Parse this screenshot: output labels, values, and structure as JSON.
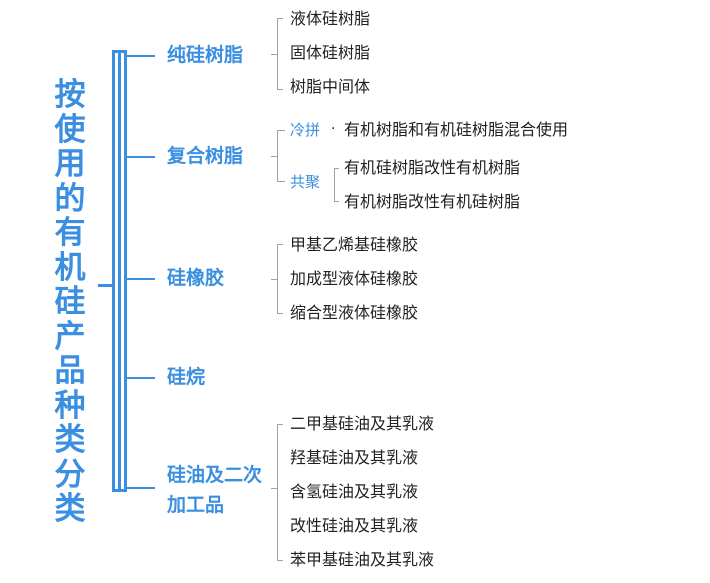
{
  "root": {
    "title": "按使用的有机硅产品种类分类"
  },
  "categories": [
    {
      "label": "纯硅树脂",
      "items": [
        "液体硅树脂",
        "固体硅树脂",
        "树脂中间体"
      ]
    },
    {
      "label": "复合树脂",
      "cold": {
        "label": "冷拼",
        "items": [
          "有机树脂和有机硅树脂混合使用"
        ]
      },
      "copoly": {
        "label": "共聚",
        "items": [
          "有机硅树脂改性有机树脂",
          "有机树脂改性有机硅树脂"
        ]
      }
    },
    {
      "label": "硅橡胶",
      "items": [
        "甲基乙烯基硅橡胶",
        "加成型液体硅橡胶",
        "缩合型液体硅橡胶"
      ]
    },
    {
      "label": "硅烷"
    },
    {
      "label": "硅油及二次加工品",
      "items": [
        "二甲基硅油及其乳液",
        "羟基硅油及其乳液",
        "含氢硅油及其乳液",
        "改性硅油及其乳液",
        "苯甲基硅油及其乳液"
      ]
    }
  ]
}
